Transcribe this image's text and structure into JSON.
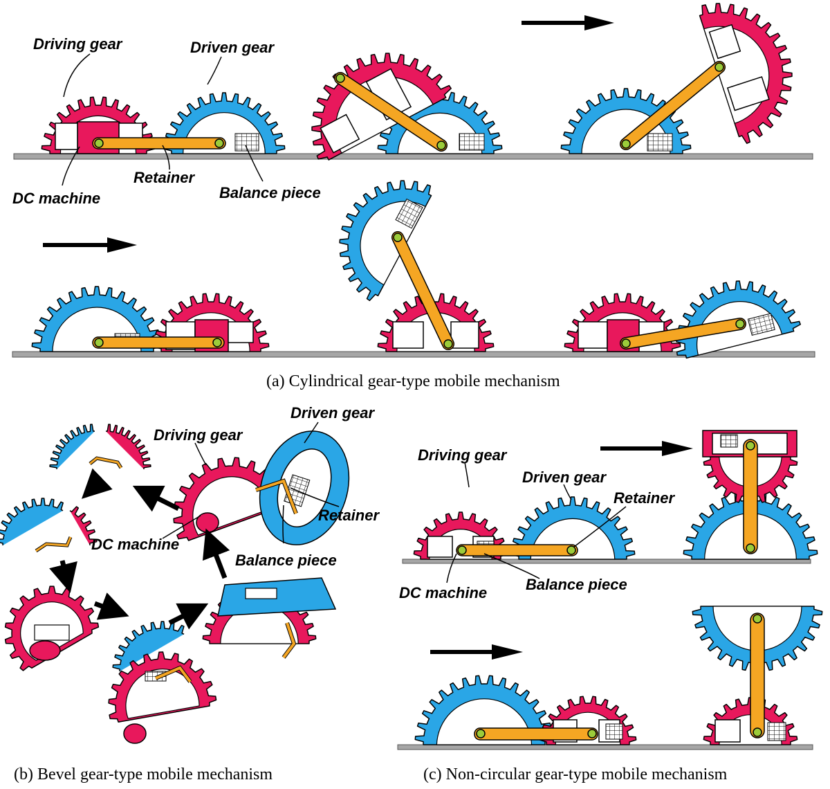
{
  "colors": {
    "driving": "#e8185c",
    "driven": "#2aa6e6",
    "retainer": "#f5a623",
    "pin": "#9ccc3a",
    "ground": "#a6a6a6",
    "arrow": "#000000"
  },
  "panel_a": {
    "caption": "(a) Cylindrical gear-type mobile mechanism",
    "labels": {
      "driving_gear": "Driving gear",
      "driven_gear": "Driven gear",
      "dc_machine": "DC machine",
      "retainer": "Retainer",
      "balance_piece": "Balance piece"
    }
  },
  "panel_b": {
    "caption": "(b) Bevel gear-type mobile mechanism",
    "labels": {
      "driving_gear": "Driving gear",
      "driven_gear": "Driven gear",
      "retainer": "Retainer",
      "dc_machine": "DC machine",
      "balance_piece": "Balance piece"
    }
  },
  "panel_c": {
    "caption": "(c) Non-circular gear-type mobile mechanism",
    "labels": {
      "driving_gear": "Driving gear",
      "driven_gear": "Driven gear",
      "retainer": "Retainer",
      "dc_machine": "DC machine",
      "balance_piece": "Balance piece"
    }
  }
}
